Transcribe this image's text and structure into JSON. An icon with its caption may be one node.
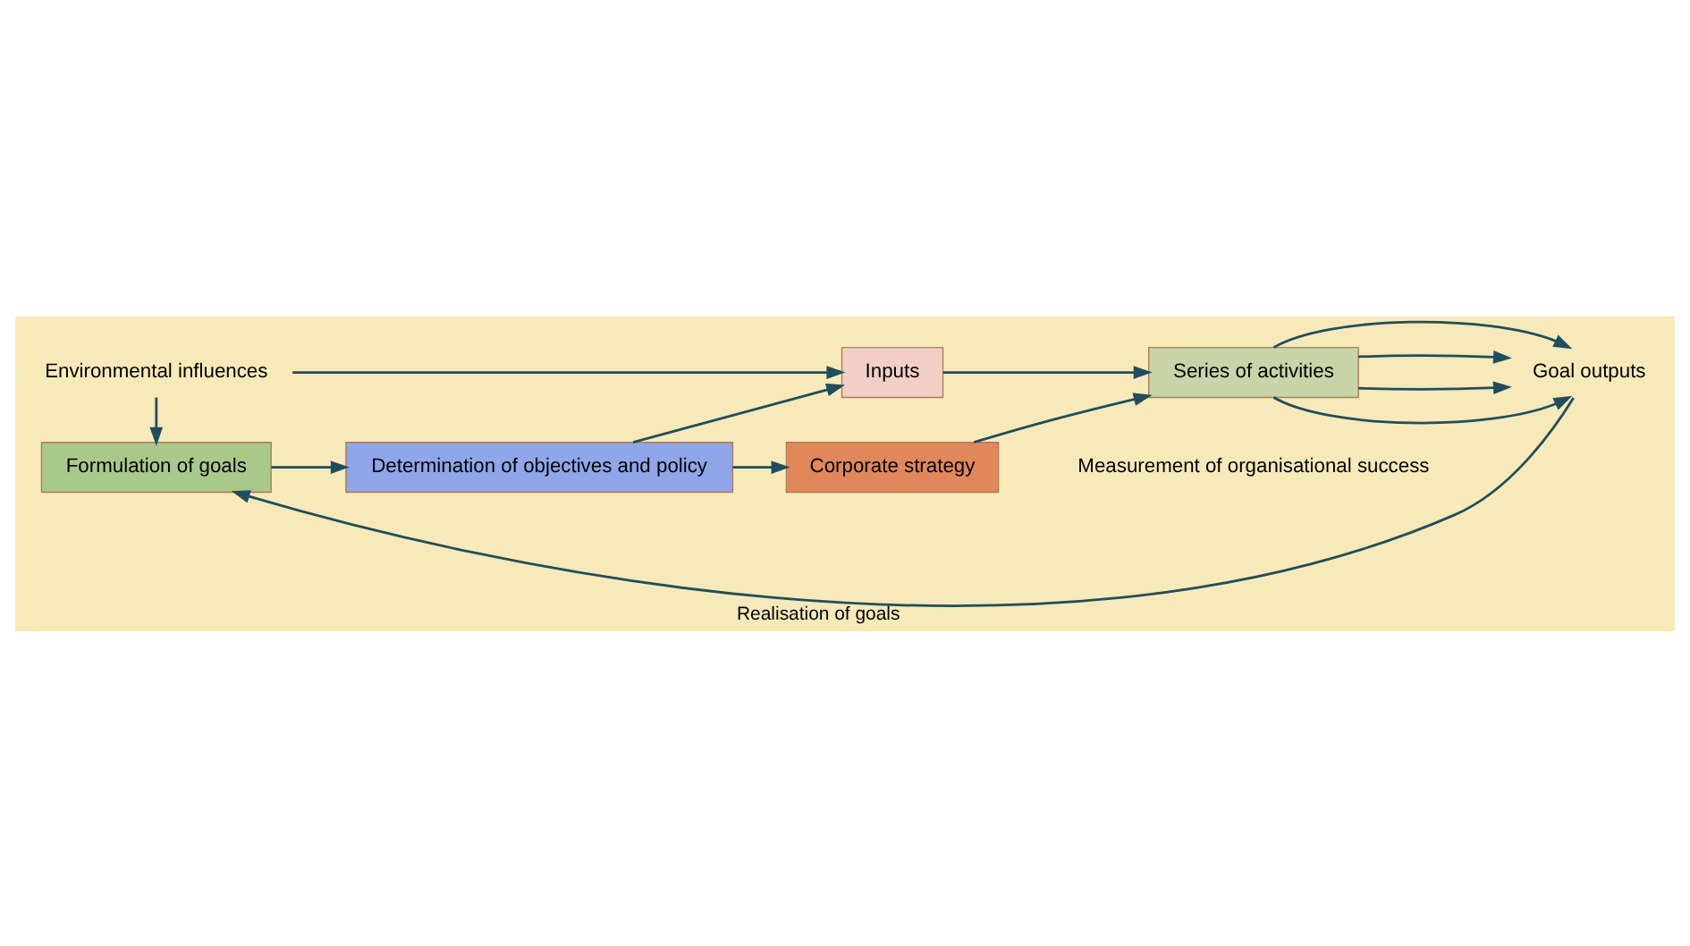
{
  "diagram": {
    "nodes": [
      {
        "text": [
          "Environmental influences"
        ]
      },
      {
        "text": [
          "Formulation of goals"
        ]
      },
      {
        "text": [
          "Determination of objectives and policy"
        ]
      },
      {
        "text": [
          "Inputs"
        ]
      },
      {
        "text": [
          "Series of activities"
        ]
      },
      {
        "text": [
          "Goal outputs"
        ]
      },
      {
        "text": [
          "Corporate strategy"
        ]
      }
    ],
    "edges": [
      {
        "from": 0,
        "to": 1,
        "arrow": "to"
      },
      {
        "from": 0,
        "to": 3,
        "arrow": "to"
      },
      {
        "from": 1,
        "to": 2,
        "arrow": "to"
      },
      {
        "from": 2,
        "to": 3,
        "arrow": "to"
      },
      {
        "from": 3,
        "to": 4,
        "arrow": "to"
      },
      {
        "from": 2,
        "to": 6,
        "arrow": "to"
      },
      {
        "from": 6,
        "to": 4,
        "arrow": "to"
      },
      {
        "from": 4,
        "to": 5,
        "arrow": "to"
      },
      {
        "from": 4,
        "to": 5,
        "arrow": "to"
      },
      {
        "from": 4,
        "to": 5,
        "arrow": "to"
      },
      {
        "from": 4,
        "to": 5,
        "arrow": "to"
      },
      {
        "from": 5,
        "to": 1,
        "arrow": "to",
        "label": "Realisation of goals"
      }
    ],
    "labels": [
      "Measurement of organisational success"
    ]
  }
}
